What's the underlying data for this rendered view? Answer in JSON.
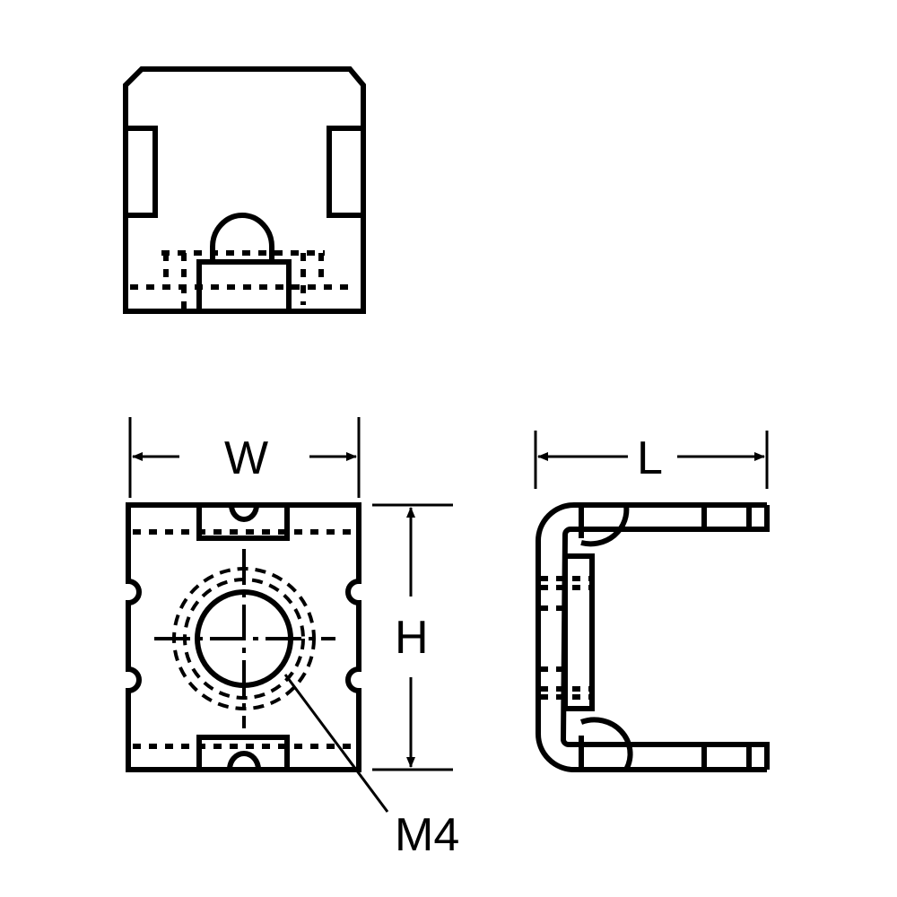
{
  "labels": {
    "width": "W",
    "height": "H",
    "length": "L",
    "thread": "M4"
  },
  "colors": {
    "line": "#000000",
    "background": "#ffffff"
  }
}
